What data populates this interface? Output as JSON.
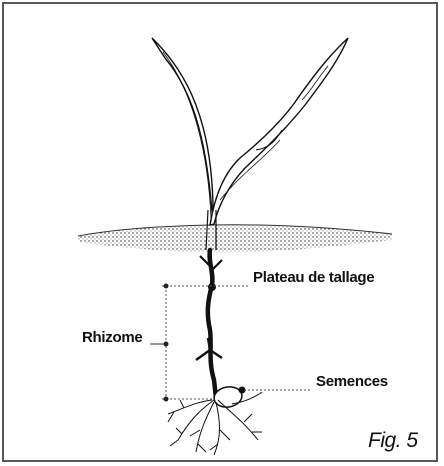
{
  "labels": {
    "plateau": "Plateau de tallage",
    "rhizome": "Rhizome",
    "semences": "Semences",
    "figure": "Fig. 5"
  }
}
